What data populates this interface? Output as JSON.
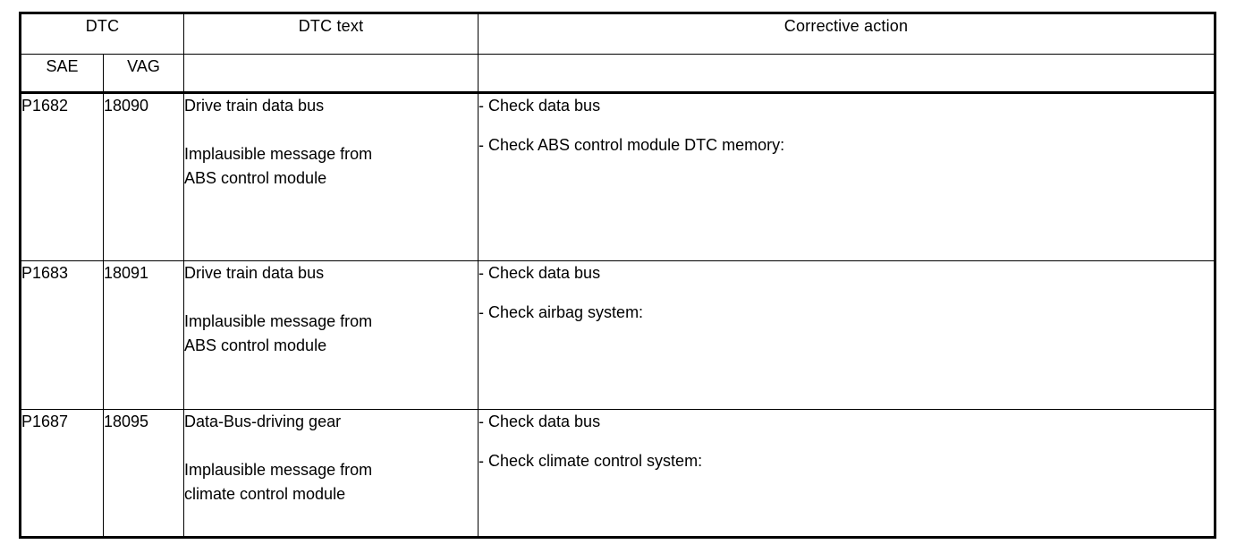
{
  "table": {
    "headers": {
      "dtc_group": "DTC",
      "sae": "SAE",
      "vag": "VAG",
      "dtc_text": "DTC text",
      "dtc_text_sub": "",
      "corrective_action": "Corrective action",
      "corrective_action_sub": ""
    },
    "rows": [
      {
        "sae": "P1682",
        "vag": "18090",
        "text_title": "Drive train data bus",
        "text_detail_line1": "Implausible message from",
        "text_detail_line2": "ABS control module",
        "actions": [
          "- Check data bus",
          "- Check ABS control module DTC memory:"
        ]
      },
      {
        "sae": "P1683",
        "vag": "18091",
        "text_title": "Drive train data bus",
        "text_detail_line1": "Implausible message from",
        "text_detail_line2": "ABS control module",
        "actions": [
          "- Check data bus",
          "- Check airbag system:"
        ]
      },
      {
        "sae": "P1687",
        "vag": "18095",
        "text_title": "Data-Bus-driving gear",
        "text_detail_line1": "Implausible message from",
        "text_detail_line2": "climate control module",
        "actions": [
          "- Check data bus",
          "- Check climate control system:"
        ]
      }
    ]
  },
  "colors": {
    "border": "#000000",
    "text": "#000000",
    "background": "#ffffff"
  }
}
